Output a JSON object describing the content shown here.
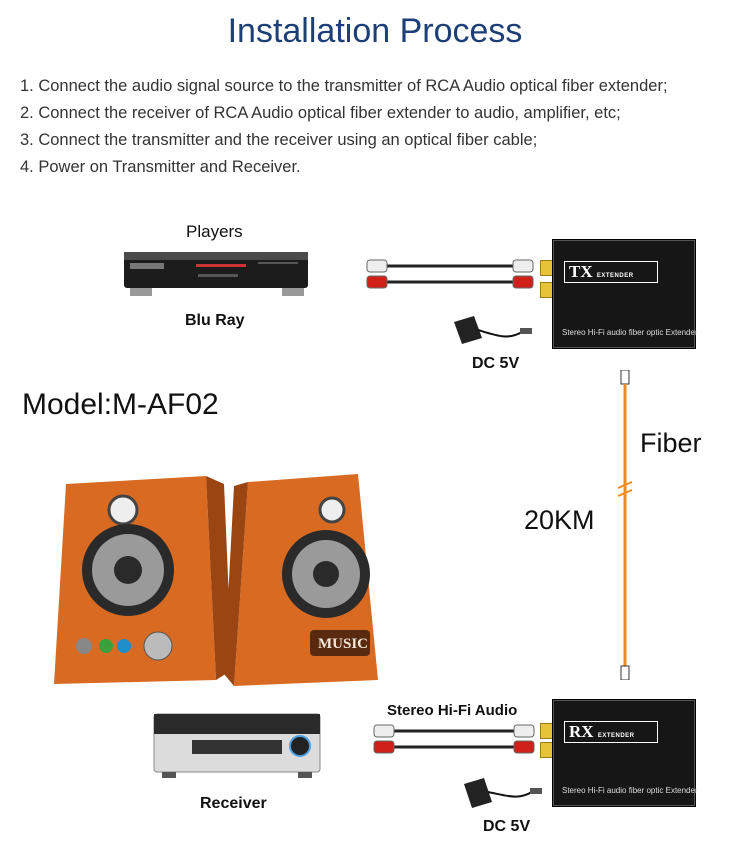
{
  "page": {
    "title": "Installation Process",
    "steps": [
      "1. Connect the audio signal source to the transmitter of RCA Audio optical fiber extender;",
      "2. Connect the receiver of RCA Audio optical fiber extender to audio, amplifier, etc;",
      "3. Connect the transmitter and the receiver using an optical fiber cable;",
      "4. Power on Transmitter and Receiver."
    ],
    "model": "Model:M-AF02"
  },
  "diagram": {
    "players_label": "Players",
    "bluray_label": "Blu Ray",
    "dc_top": "DC 5V",
    "dc_bottom": "DC 5V",
    "fiber_label": "Fiber",
    "distance_label": "20KM",
    "stereo_label": "Stereo Hi-Fi Audio",
    "receiver_label": "Receiver",
    "speaker_badge": "MUSIC",
    "tx": {
      "logo": "TX",
      "sub": "EXTENDER",
      "caption": "Stereo Hi-Fi audio fiber optic Extender"
    },
    "rx": {
      "logo": "RX",
      "sub": "EXTENDER",
      "caption": "Stereo Hi-Fi audio fiber optic Extender"
    },
    "colors": {
      "title": "#1d3f78",
      "fiber": "#f08a1c",
      "speaker_wood": "#d96a22",
      "rca_red": "#d0201a"
    }
  }
}
